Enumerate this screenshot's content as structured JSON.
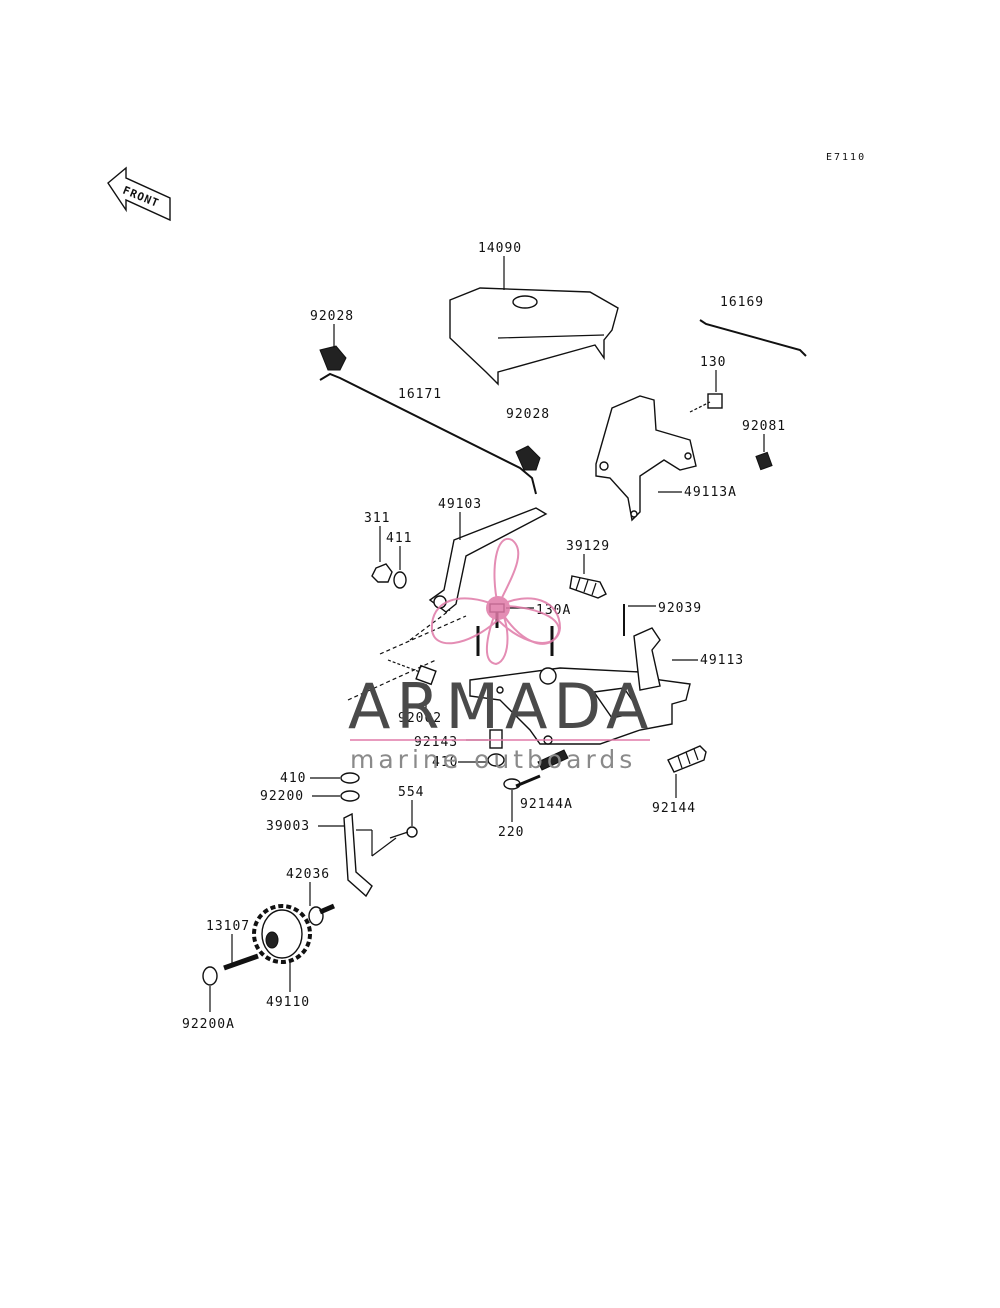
{
  "diagram_code": "E7110",
  "front_arrow_label": "FRONT",
  "watermark": {
    "title": "ARMADA",
    "subtitle": "marine outboards",
    "logo_color": "#e07aa8",
    "text_color": "#4a4a4a"
  },
  "parts": {
    "p14090": "14090",
    "p16169": "16169",
    "p92028a": "92028",
    "p92028b": "92028",
    "p16171": "16171",
    "p130": "130",
    "p92081": "92081",
    "p49113A": "49113A",
    "p49103": "49103",
    "p311": "311",
    "p411": "411",
    "p39129": "39129",
    "p130A": "130A",
    "p92039": "92039",
    "p49113": "49113",
    "p92002": "92002",
    "p92143": "92143",
    "p410b": "410",
    "p410": "410",
    "p92200": "92200",
    "p554": "554",
    "p92144A": "92144A",
    "p92144": "92144",
    "p220": "220",
    "p39003": "39003",
    "p42036": "42036",
    "p13107": "13107",
    "p49110": "49110",
    "p92200A": "92200A"
  }
}
